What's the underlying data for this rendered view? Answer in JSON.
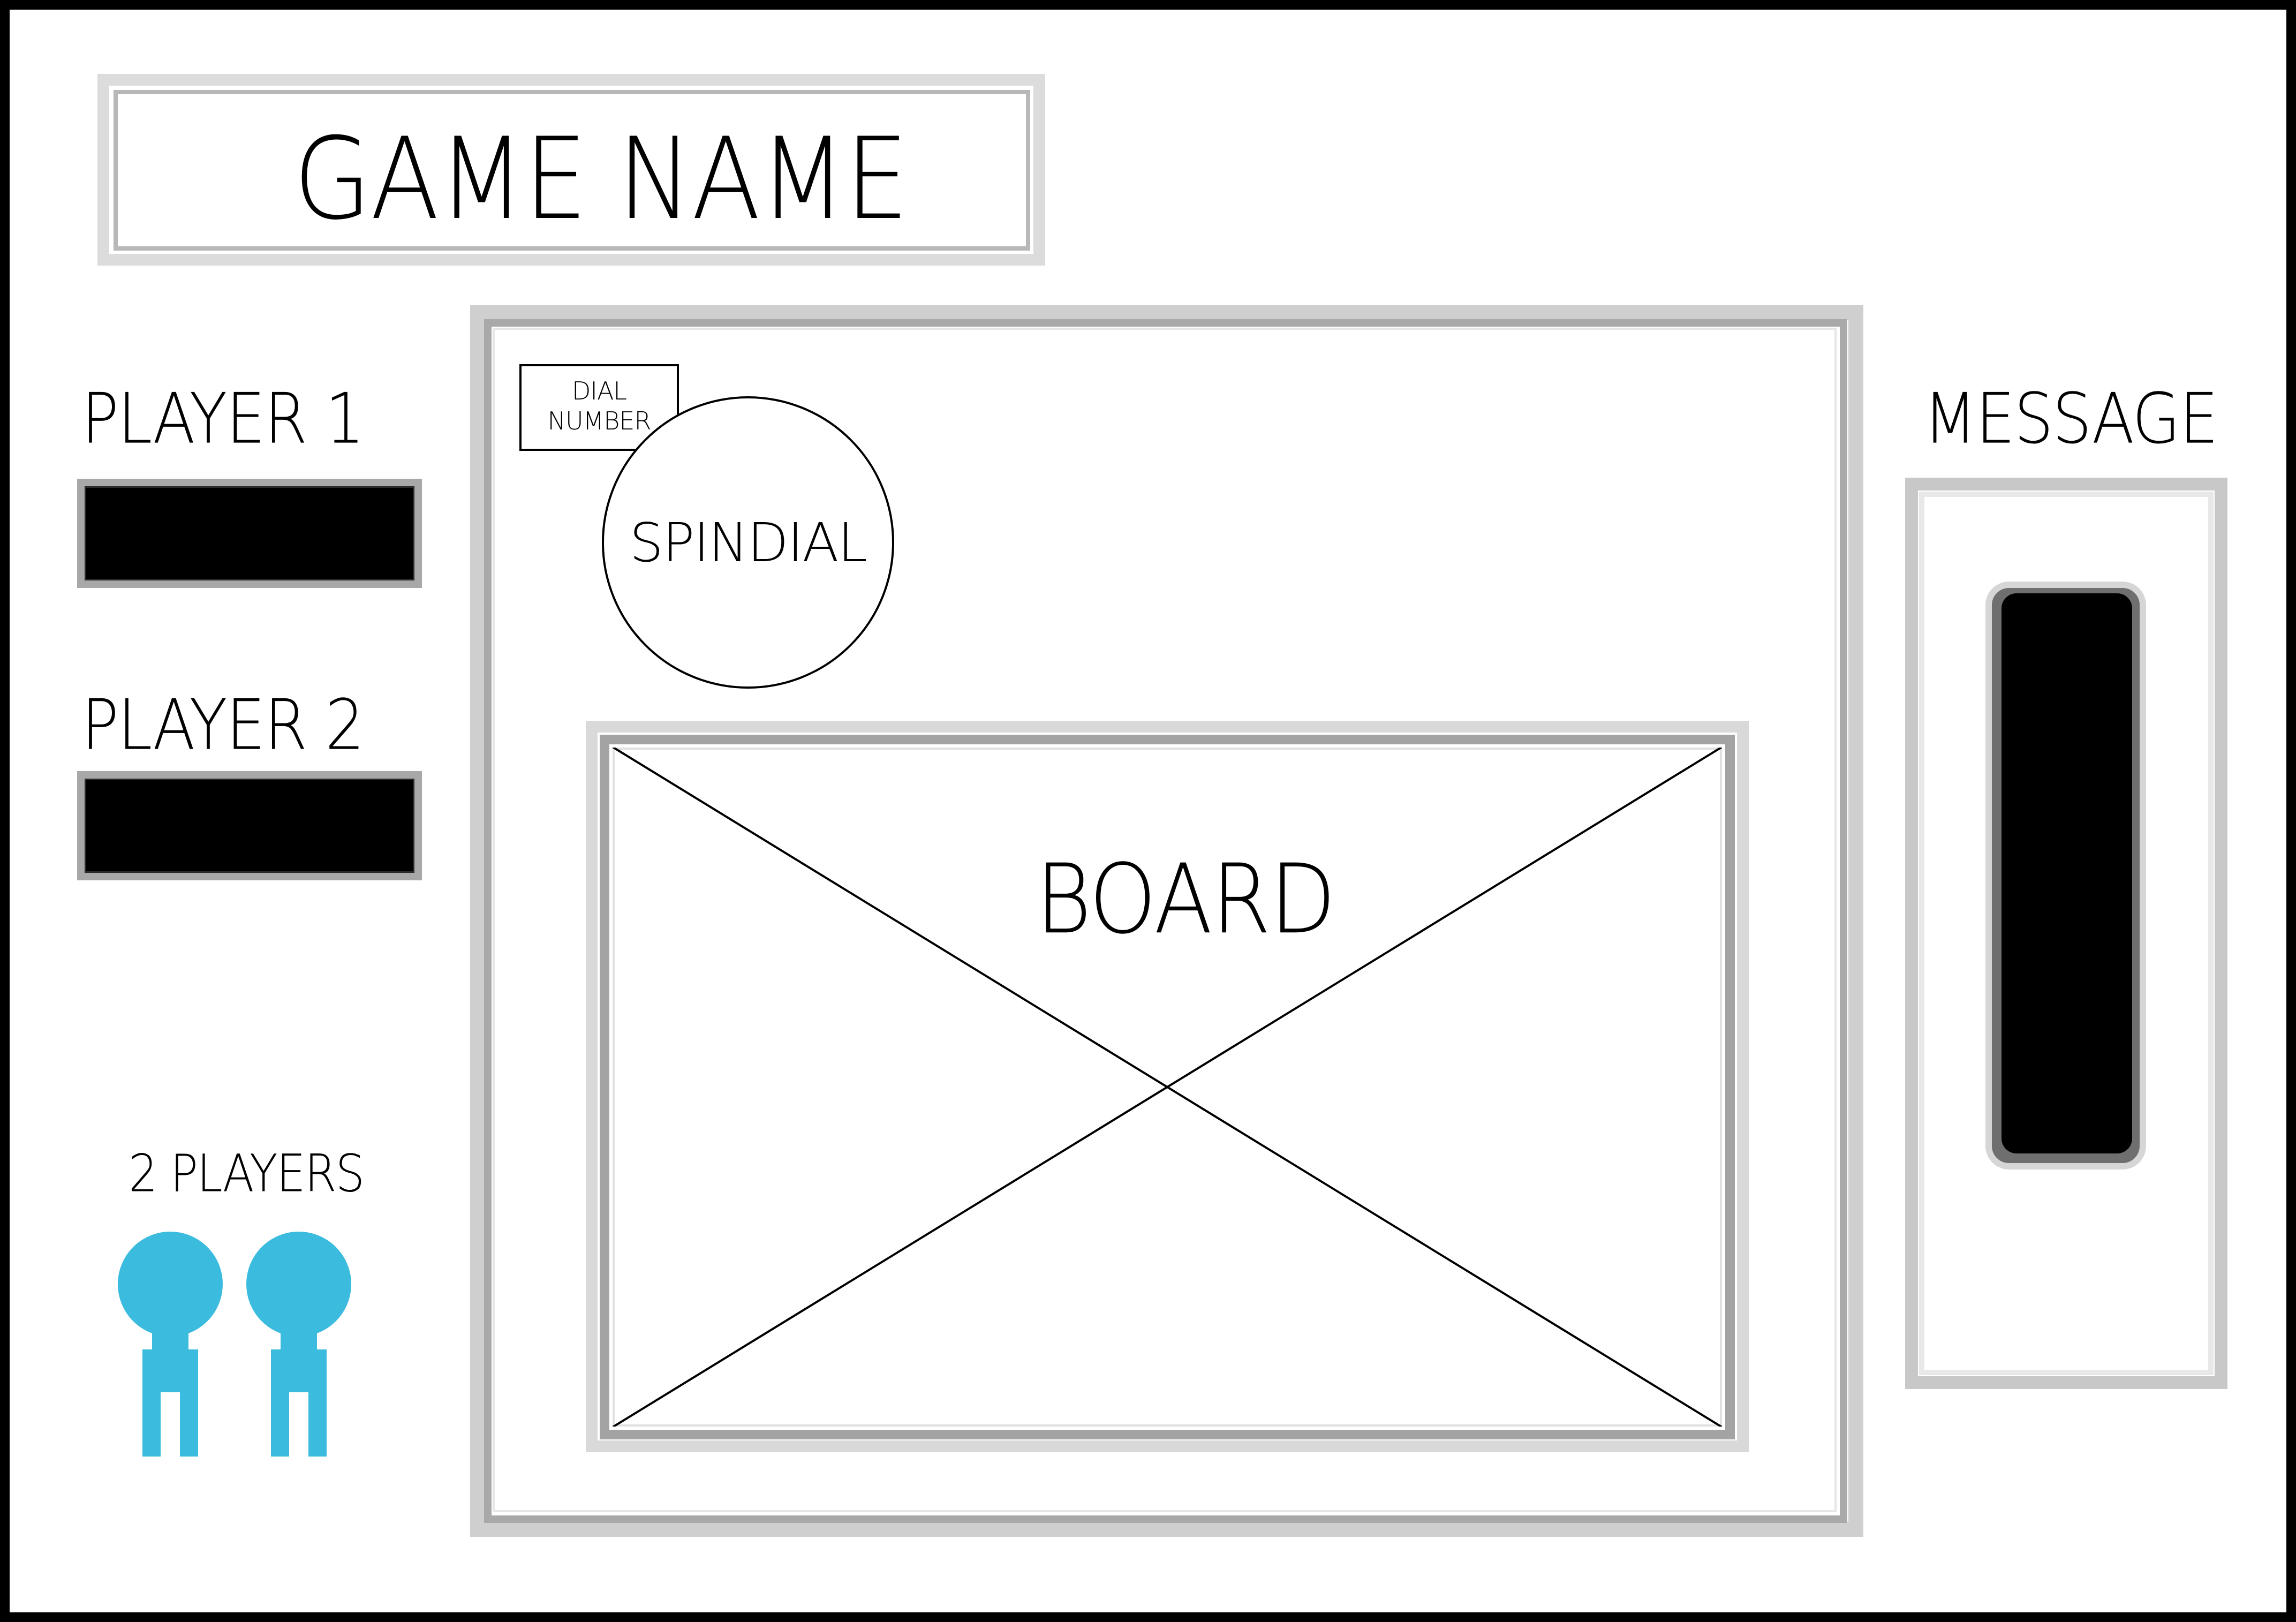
{
  "title": "GAME NAME",
  "players": {
    "player1_label": "PLAYER 1",
    "player2_label": "PLAYER 2",
    "count_label": "2 PLAYERS",
    "figure_icon": "person-icon",
    "figure_color": "#3bbcdf"
  },
  "game_area": {
    "dial_number_line1": "DIAL",
    "dial_number_line2": "NUMBER",
    "spindial_label": "SPINDIAL",
    "board_label": "BOARD"
  },
  "message": {
    "label": "MESSAGE"
  }
}
